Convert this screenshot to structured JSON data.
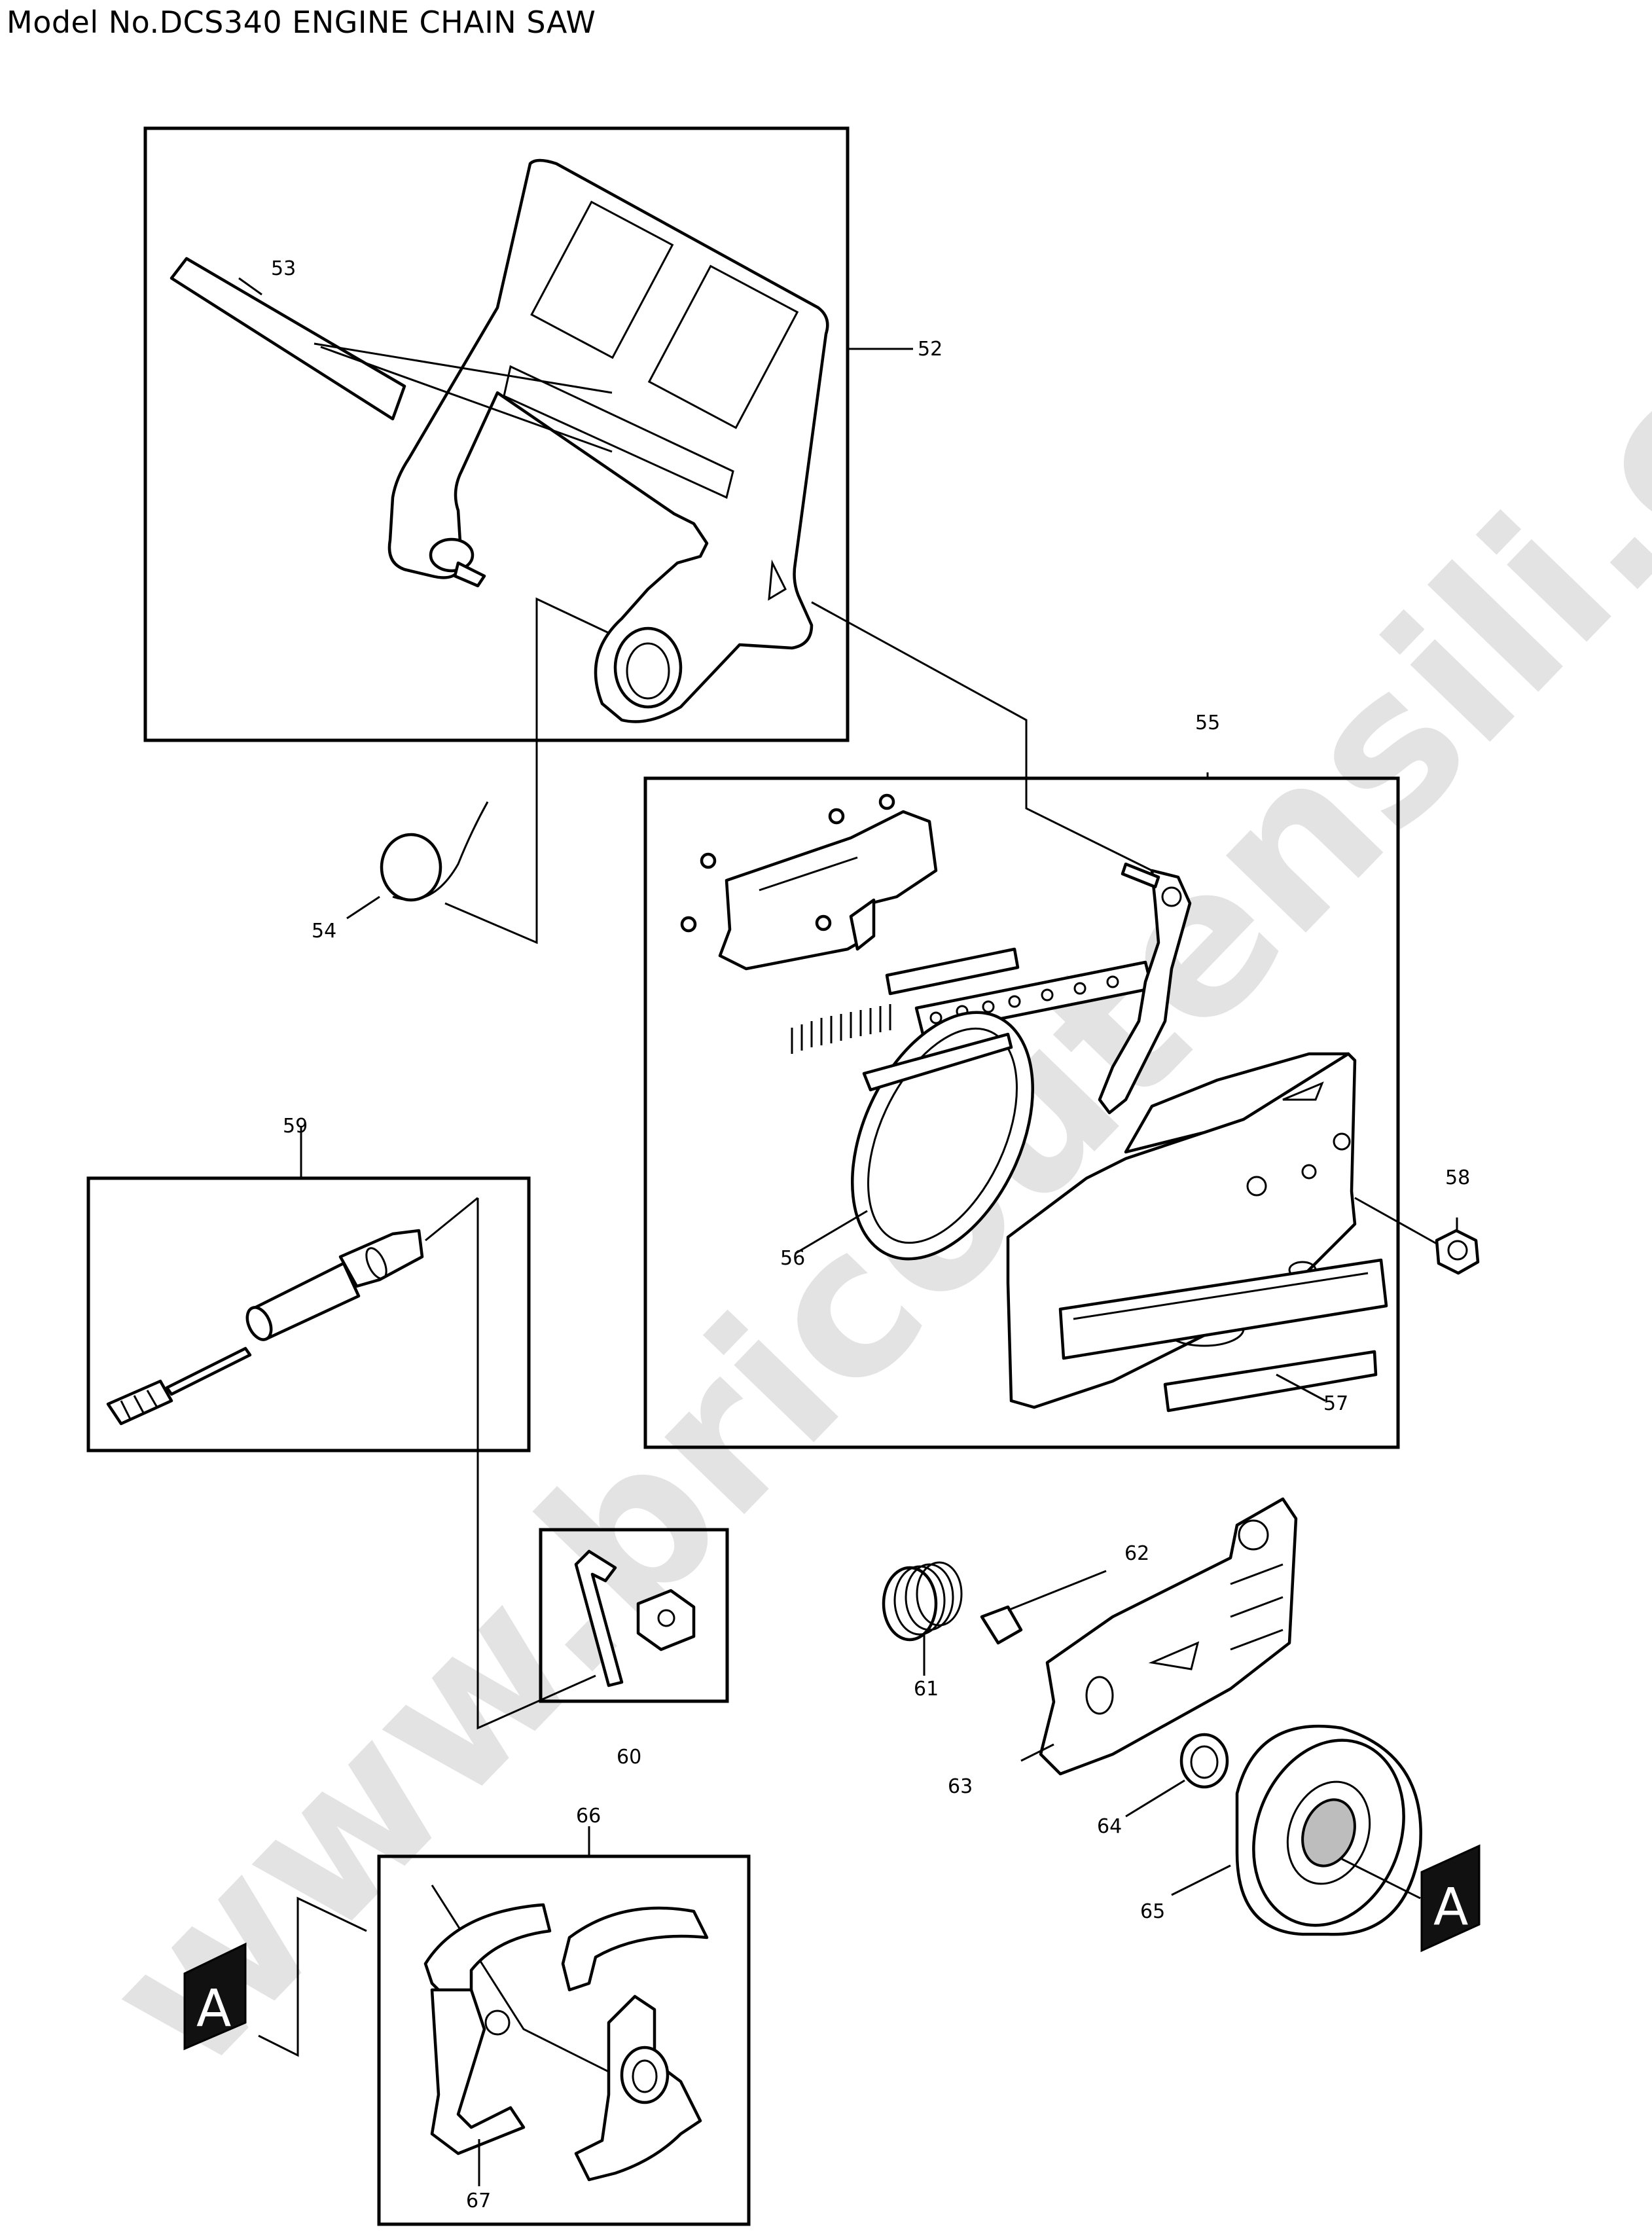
{
  "title": "Model No.DCS340 ENGINE CHAIN SAW",
  "watermark": "www.bricoutensili.com",
  "callouts": [
    {
      "id": "c52",
      "label": "52"
    },
    {
      "id": "c53",
      "label": "53"
    },
    {
      "id": "c54",
      "label": "54"
    },
    {
      "id": "c55",
      "label": "55"
    },
    {
      "id": "c56",
      "label": "56"
    },
    {
      "id": "c57",
      "label": "57"
    },
    {
      "id": "c58",
      "label": "58"
    },
    {
      "id": "c59",
      "label": "59"
    },
    {
      "id": "c60",
      "label": "60"
    },
    {
      "id": "c61",
      "label": "61"
    },
    {
      "id": "c62",
      "label": "62"
    },
    {
      "id": "c63",
      "label": "63"
    },
    {
      "id": "c64",
      "label": "64"
    },
    {
      "id": "c65",
      "label": "65"
    },
    {
      "id": "c66",
      "label": "66"
    },
    {
      "id": "c67",
      "label": "67"
    }
  ],
  "connection_markers": [
    {
      "label": "A"
    },
    {
      "label": "A"
    }
  ]
}
